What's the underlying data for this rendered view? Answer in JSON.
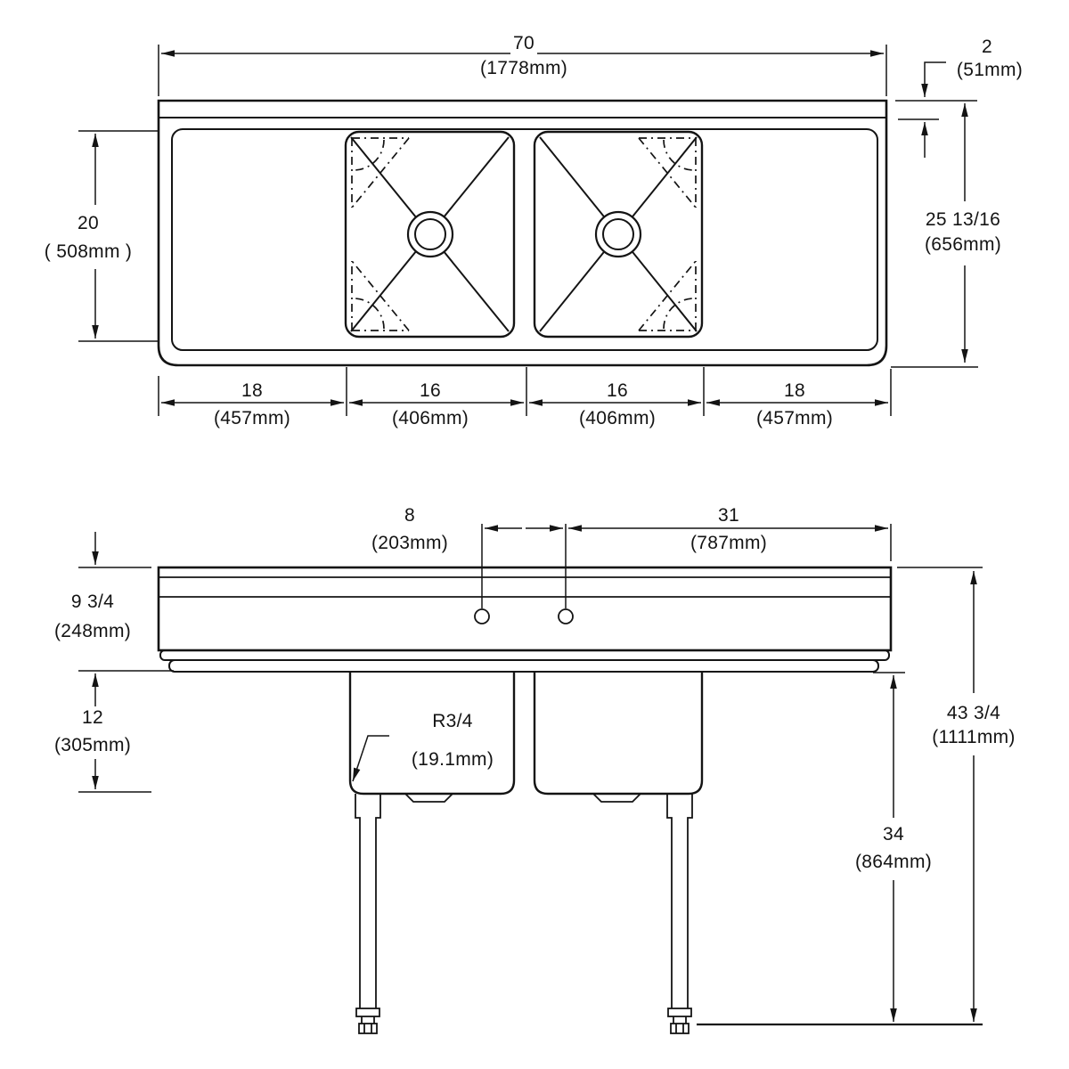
{
  "drawing": {
    "type": "technical-dimension-drawing",
    "subject": "two-compartment sink with two drainboards — plan view and front elevation",
    "line_color": "#000000",
    "background_color": "#ffffff"
  },
  "top_view": {
    "width": {
      "value": "70",
      "metric": "(1778mm)"
    },
    "rim": {
      "value": "2",
      "metric": "(51mm)"
    },
    "bowl_front_to_back": {
      "value": "20",
      "metric": "( 508mm )"
    },
    "overall_front_to_back": {
      "value": "25 13/16",
      "metric": "(656mm)"
    },
    "left_drainboard": {
      "value": "18",
      "metric": "(457mm)"
    },
    "left_bowl": {
      "value": "16",
      "metric": "(406mm)"
    },
    "right_bowl": {
      "value": "16",
      "metric": "(406mm)"
    },
    "right_drainboard": {
      "value": "18",
      "metric": "(457mm)"
    }
  },
  "front_view": {
    "faucet_hole_spacing": {
      "value": "8",
      "metric": "(203mm)"
    },
    "hole_to_right_edge": {
      "value": "31",
      "metric": "(787mm)"
    },
    "splash_and_apron": {
      "value": "9 3/4",
      "metric": "(248mm)"
    },
    "bowl_depth": {
      "value": "12",
      "metric": "(305mm)"
    },
    "corner_radius": {
      "value": "R3/4",
      "metric": "(19.1mm)"
    },
    "overall_height": {
      "value": "43 3/4",
      "metric": "(1111mm)"
    },
    "underside_clearance": {
      "value": "34",
      "metric": "(864mm)"
    }
  }
}
